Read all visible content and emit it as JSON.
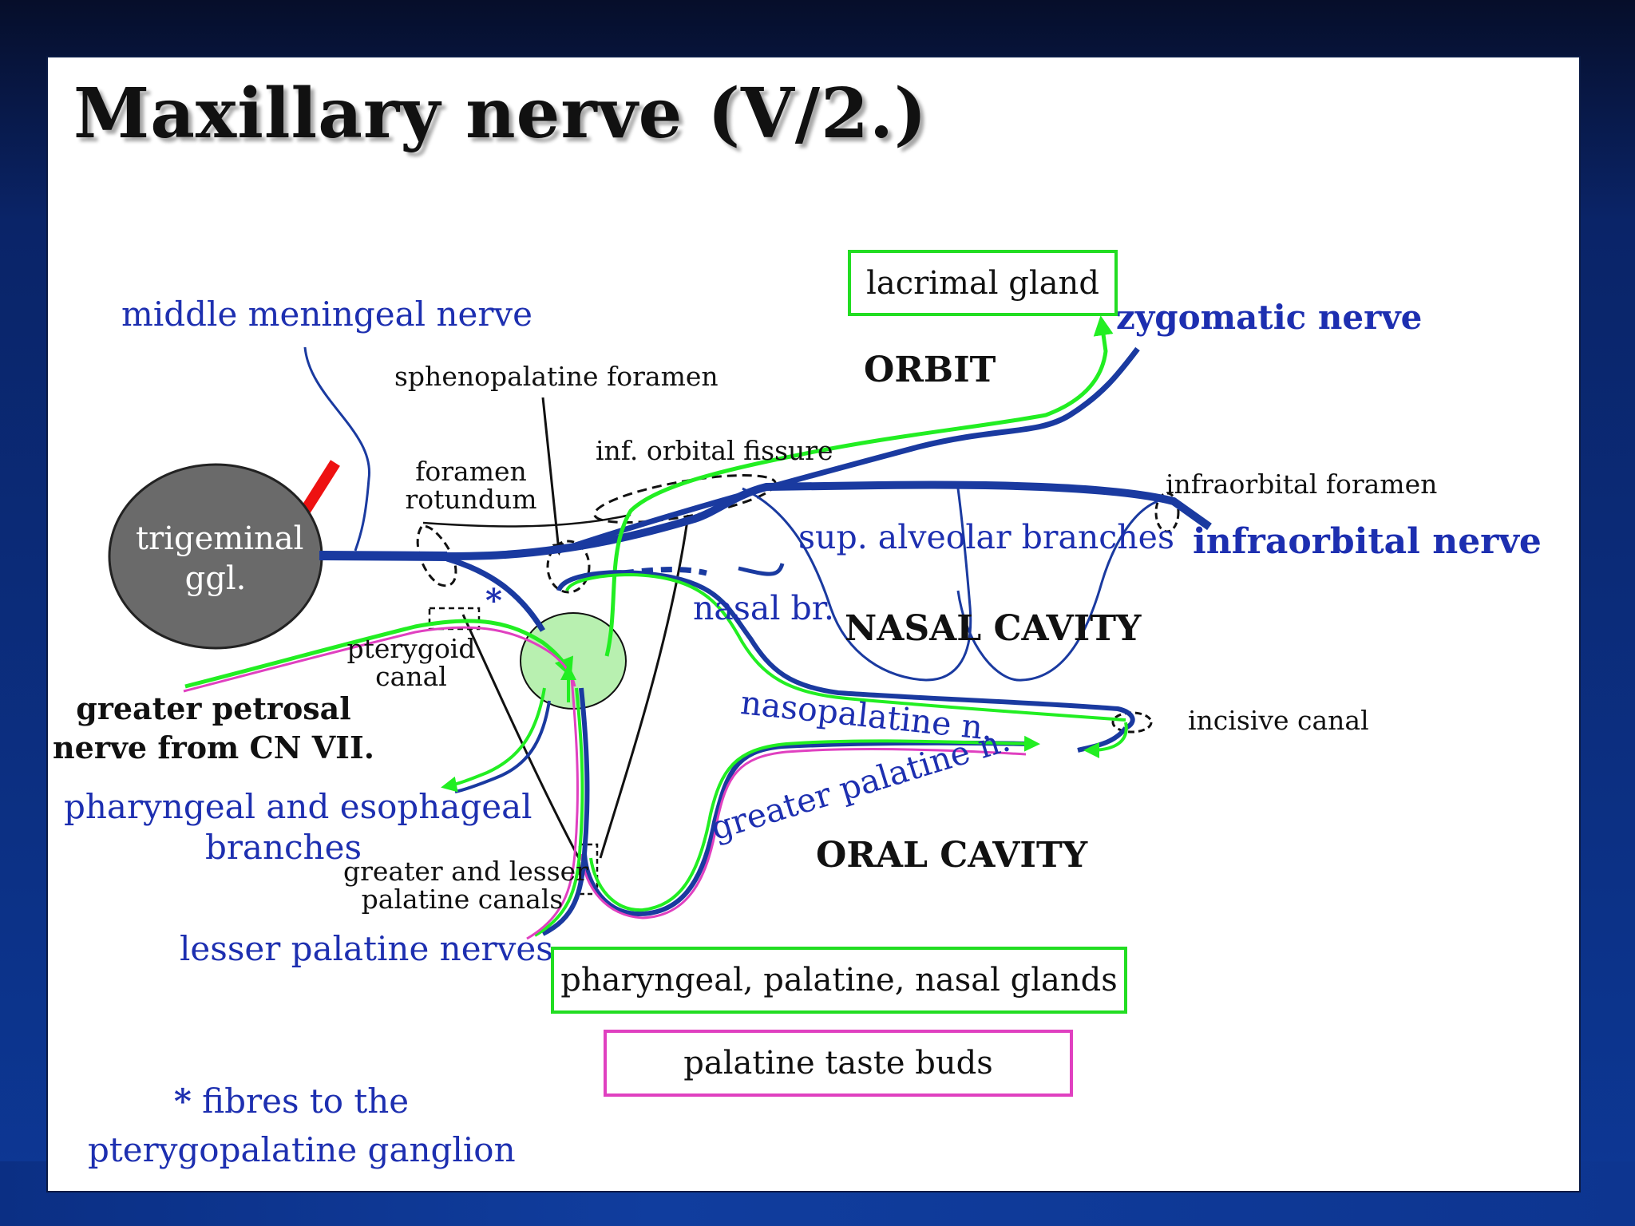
{
  "slide": {
    "title": "Maxillary nerve (V/2.)"
  },
  "diagram": {
    "ganglion_label_line1": "trigeminal",
    "ganglion_label_line2": "ggl.",
    "labels": {
      "middle_meningeal_nerve": "middle meningeal nerve",
      "sphenopalatine_foramen": "sphenopalatine foramen",
      "orbit": "ORBIT",
      "zygomatic_nerve": "zygomatic nerve",
      "lacrimal_gland": "lacrimal gland",
      "inf_orbital_fissure": "inf. orbital fissure",
      "foramen_rotundum_line1": "foramen",
      "foramen_rotundum_line2": "rotundum",
      "infraorbital_foramen": "infraorbital foramen",
      "infraorbital_nerve": "infraorbital nerve",
      "sup_alveolar_branches": "sup. alveolar branches",
      "nasal_br": "nasal br.",
      "nasal_cavity": "NASAL CAVITY",
      "asterisk": "*",
      "pterygoid_canal_line1": "pterygoid",
      "pterygoid_canal_line2": "canal",
      "greater_petrosal_line1": "greater petrosal",
      "greater_petrosal_line2": "nerve from CN VII.",
      "nasopalatine_n": "nasopalatine n.",
      "incisive_canal": "incisive canal",
      "pharyngeal_esophageal_line1": "pharyngeal and esophageal",
      "pharyngeal_esophageal_line2": "branches",
      "greater_palatine_n": "greater palatine n.",
      "oral_cavity": "ORAL CAVITY",
      "palatine_canals_line1": "greater and lesser",
      "palatine_canals_line2": "palatine canals",
      "lesser_palatine_nerves": "lesser palatine nerves",
      "glands_box": "pharyngeal, palatine, nasal glands",
      "taste_box": "palatine taste buds",
      "footnote_star": "*",
      "footnote_line1": " fibres to the",
      "footnote_line2": "pterygopalatine ganglion"
    }
  },
  "colors": {
    "nerve_blue": "#1a3aa0",
    "label_blue": "#1d2fb0",
    "parasympathetic_green": "#22ee22",
    "taste_pink": "#e040c0",
    "ganglion_gray": "#6a6a6a",
    "pterygopalatine_ganglion_fill": "#b8f0b0",
    "stump_red": "#ee1111"
  }
}
